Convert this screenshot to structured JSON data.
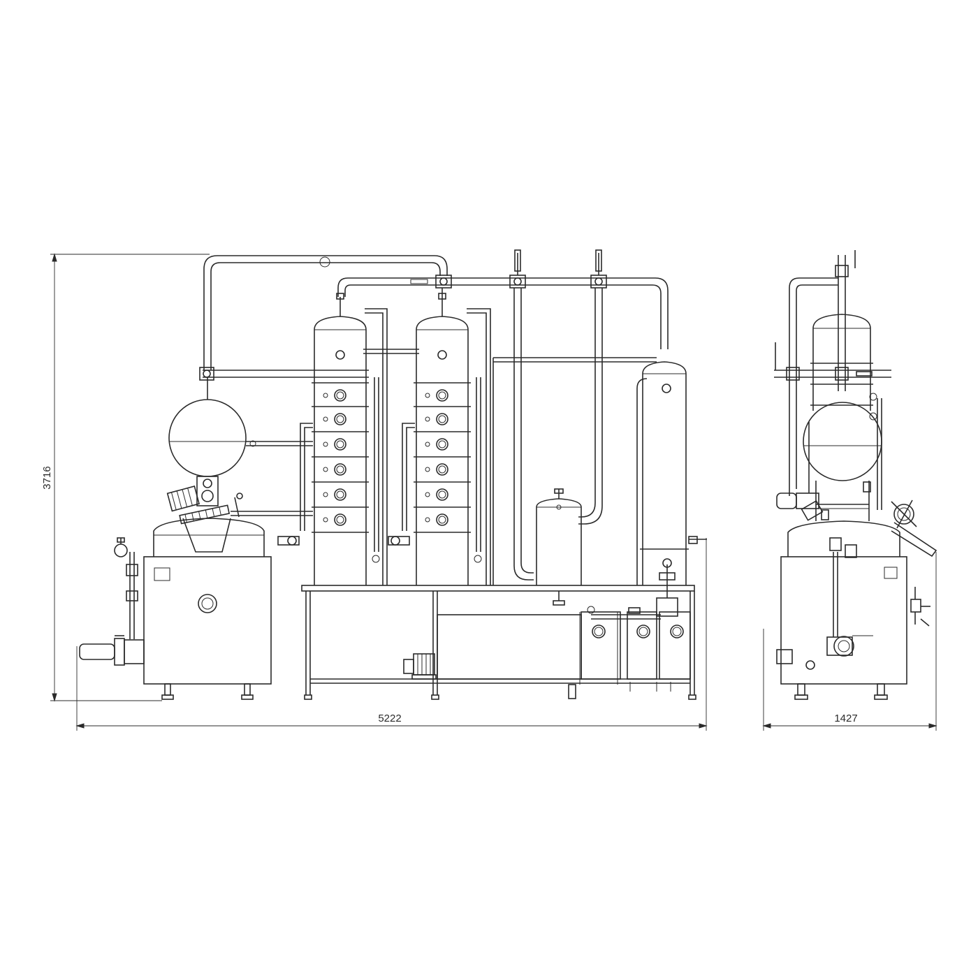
{
  "dimensions": {
    "height_label": "3716",
    "front_width_label": "5222",
    "side_width_label": "1427"
  },
  "views": [
    {
      "id": "front-view",
      "columns": 2,
      "column_sections": 6
    },
    {
      "id": "side-view"
    }
  ],
  "colors": {
    "line": "#2a2a2a",
    "background": "#ffffff"
  }
}
